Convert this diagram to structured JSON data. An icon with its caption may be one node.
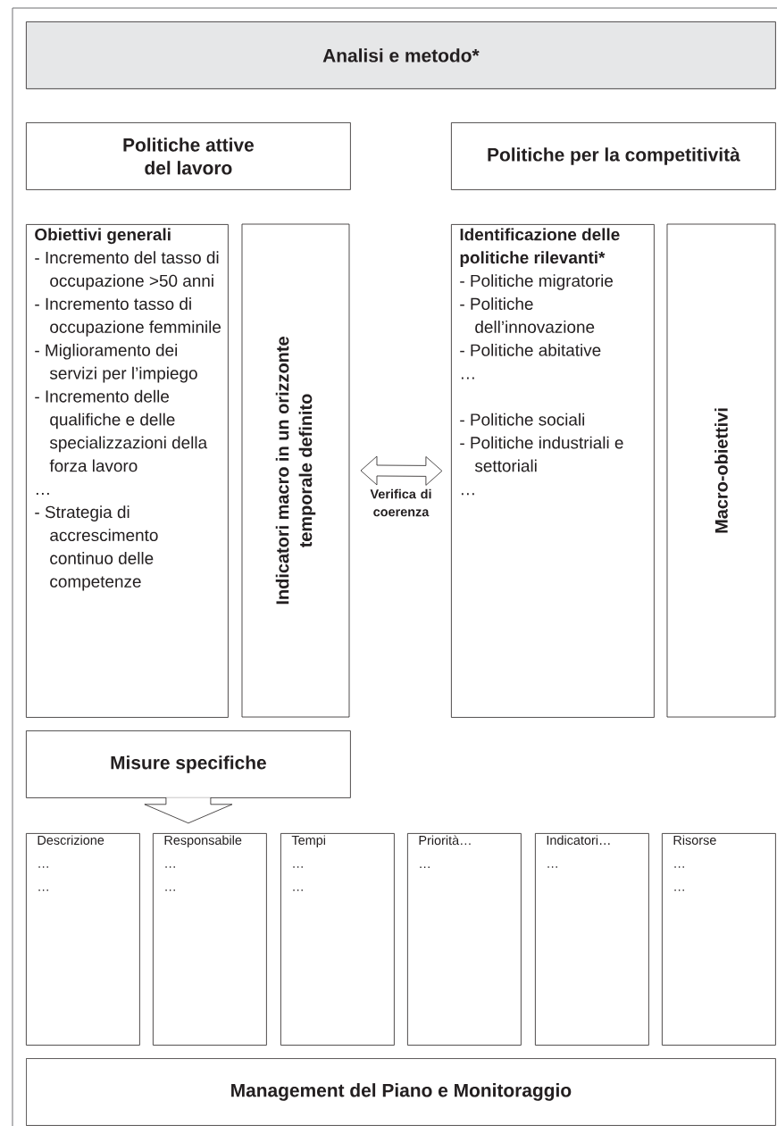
{
  "diagram": {
    "nodes": [
      {
        "text": [
          "Analisi e metodo*"
        ]
      },
      {
        "text": [
          "Politiche attive del lavoro"
        ]
      },
      {
        "text": [
          "Politiche per la competitività"
        ]
      },
      {
        "text": [
          "Obiettivi generali",
          "- Incremento del tasso di occupazione >50 anni",
          "- Incremento tasso di occupazione femminile",
          "- Miglioramento dei servizi per l’impiego",
          "- Incremento delle qualifiche e delle specializzazioni della forza lavoro",
          "…",
          "- Strategia di accrescimento continuo delle competenze"
        ]
      },
      {
        "text": [
          "Indicatori macro in un orizzonte temporale definito"
        ]
      },
      {
        "text": [
          "Identificazione delle politiche rilevanti*",
          "- Politiche migratorie",
          "- Politiche dell’innovazione",
          "- Politiche abitative",
          "…",
          "- Politiche sociali",
          "- Politiche industriali e settoriali",
          "…"
        ]
      },
      {
        "text": [
          "Macro-obiettivi"
        ]
      },
      {
        "text": [
          "Misure specifiche"
        ]
      },
      {
        "text": [
          "Descrizione",
          "…",
          "…"
        ]
      },
      {
        "text": [
          "Responsabile",
          "…",
          "…"
        ]
      },
      {
        "text": [
          "Tempi",
          "…",
          "…"
        ]
      },
      {
        "text": [
          "Priorità…",
          "…"
        ]
      },
      {
        "text": [
          "Indicatori…",
          "…"
        ]
      },
      {
        "text": [
          "Risorse",
          "…",
          "…"
        ]
      },
      {
        "text": [
          "Management del Piano e Monitoraggio"
        ]
      }
    ],
    "edges": [
      {
        "from": 4,
        "to": 5,
        "arrow": "both",
        "label": "Verifica di coerenza"
      },
      {
        "from": 7,
        "to": null,
        "arrow": "to"
      }
    ]
  }
}
